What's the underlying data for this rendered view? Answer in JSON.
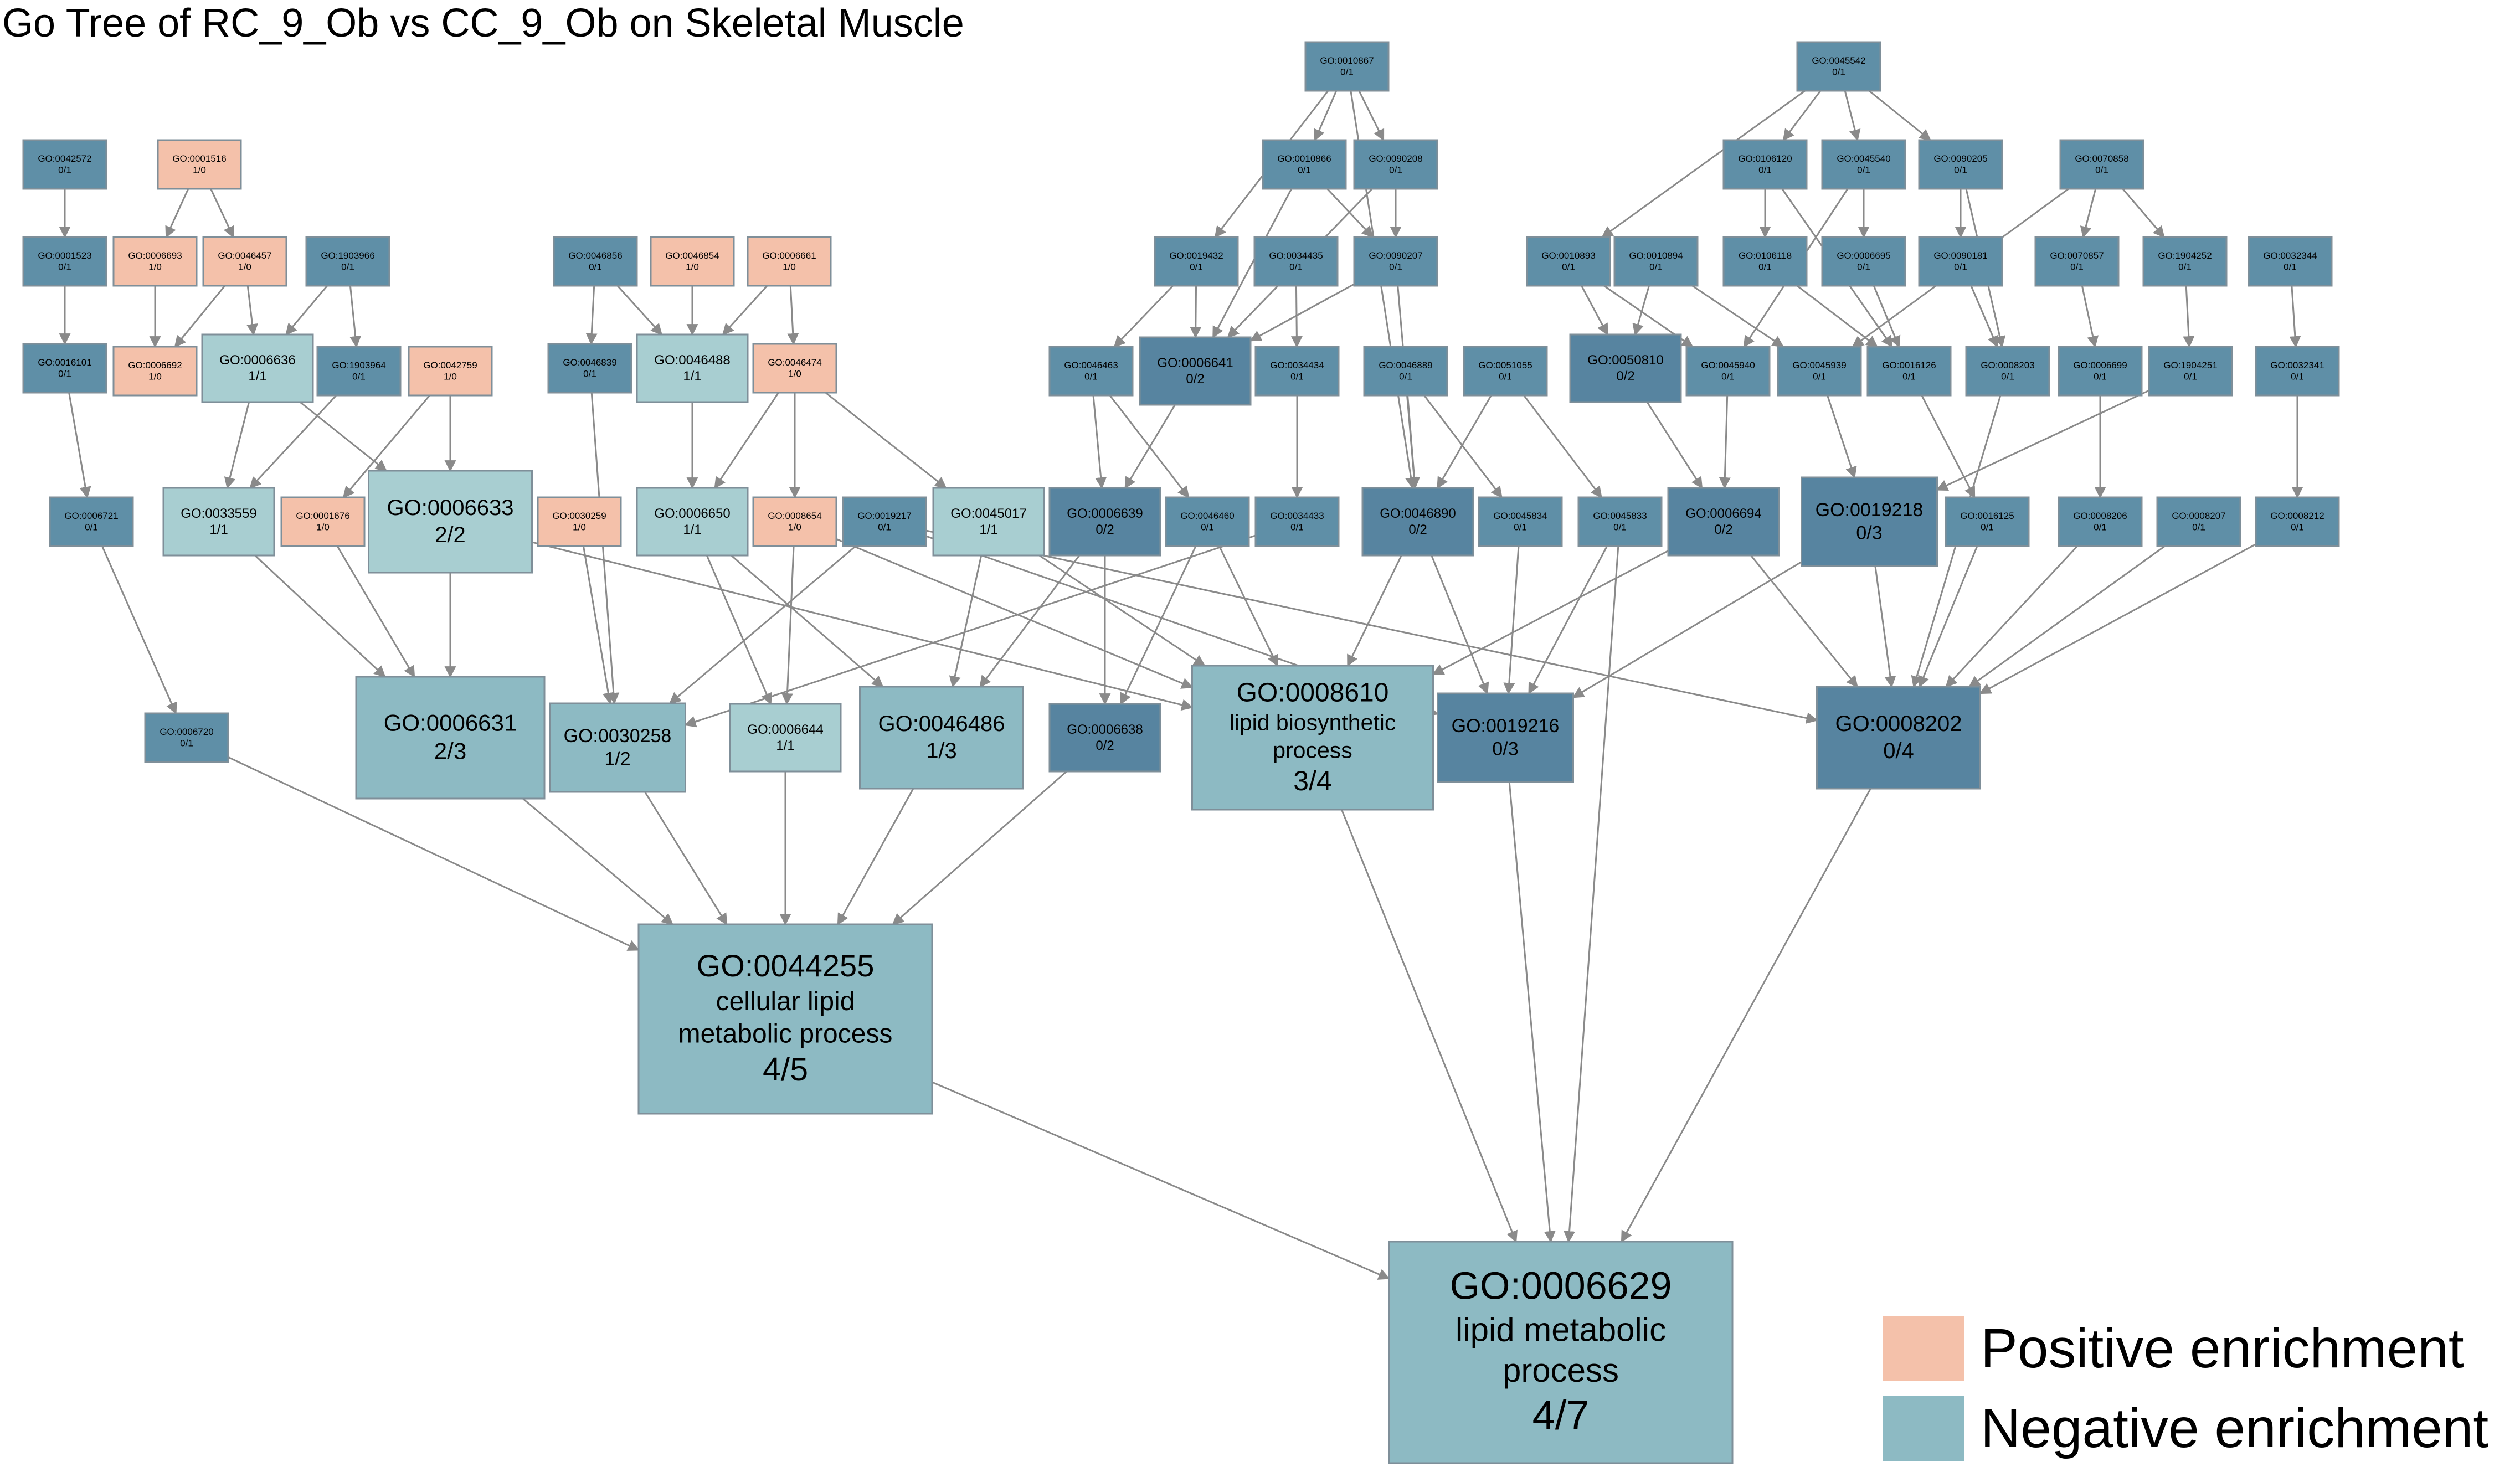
{
  "title": "Go Tree of RC_9_Ob vs CC_9_Ob on Skeletal Muscle",
  "colors": {
    "positive": "#f4c1aa",
    "neg_light": "#a8ced1",
    "neg_mid": "#8dbac3",
    "neg_dark": "#5f8fa7",
    "neg_darker": "#5784a0",
    "edge": "#8a8a8a",
    "border": "#7f8f99"
  },
  "legend": [
    {
      "label": "Positive enrichment",
      "color": "#f4c1aa"
    },
    {
      "label": "Negative enrichment",
      "color": "#8dbac3"
    }
  ],
  "nodes": [
    {
      "id": "GO:0042572",
      "ratio": "0/1",
      "tone": "dark"
    },
    {
      "id": "GO:0001516",
      "ratio": "1/0",
      "tone": "pos"
    },
    {
      "id": "GO:0001523",
      "ratio": "0/1",
      "tone": "dark"
    },
    {
      "id": "GO:0006693",
      "ratio": "1/0",
      "tone": "pos"
    },
    {
      "id": "GO:0046457",
      "ratio": "1/0",
      "tone": "pos"
    },
    {
      "id": "GO:1903966",
      "ratio": "0/1",
      "tone": "dark"
    },
    {
      "id": "GO:0016101",
      "ratio": "0/1",
      "tone": "dark"
    },
    {
      "id": "GO:0006692",
      "ratio": "1/0",
      "tone": "pos"
    },
    {
      "id": "GO:0006636",
      "ratio": "1/1",
      "tone": "light"
    },
    {
      "id": "GO:1903964",
      "ratio": "0/1",
      "tone": "dark"
    },
    {
      "id": "GO:0042759",
      "ratio": "1/0",
      "tone": "pos"
    },
    {
      "id": "GO:0006721",
      "ratio": "0/1",
      "tone": "dark"
    },
    {
      "id": "GO:0033559",
      "ratio": "1/1",
      "tone": "light"
    },
    {
      "id": "GO:0001676",
      "ratio": "1/0",
      "tone": "pos"
    },
    {
      "id": "GO:0006633",
      "ratio": "2/2",
      "tone": "light"
    },
    {
      "id": "GO:0006720",
      "ratio": "0/1",
      "tone": "dark"
    },
    {
      "id": "GO:0006631",
      "ratio": "2/3",
      "tone": "mid"
    },
    {
      "id": "GO:0046856",
      "ratio": "0/1",
      "tone": "dark"
    },
    {
      "id": "GO:0046854",
      "ratio": "1/0",
      "tone": "pos"
    },
    {
      "id": "GO:0006661",
      "ratio": "1/0",
      "tone": "pos"
    },
    {
      "id": "GO:0046839",
      "ratio": "0/1",
      "tone": "dark"
    },
    {
      "id": "GO:0046488",
      "ratio": "1/1",
      "tone": "light"
    },
    {
      "id": "GO:0046474",
      "ratio": "1/0",
      "tone": "pos"
    },
    {
      "id": "GO:0030259",
      "ratio": "1/0",
      "tone": "pos"
    },
    {
      "id": "GO:0006650",
      "ratio": "1/1",
      "tone": "light"
    },
    {
      "id": "GO:0008654",
      "ratio": "1/0",
      "tone": "pos"
    },
    {
      "id": "GO:0019217",
      "ratio": "0/1",
      "tone": "dark"
    },
    {
      "id": "GO:0045017",
      "ratio": "1/1",
      "tone": "light"
    },
    {
      "id": "GO:0030258",
      "ratio": "1/2",
      "tone": "mid"
    },
    {
      "id": "GO:0006644",
      "ratio": "1/1",
      "tone": "light"
    },
    {
      "id": "GO:0046486",
      "ratio": "1/3",
      "tone": "mid"
    },
    {
      "id": "GO:0006638",
      "ratio": "0/2",
      "tone": "darker"
    },
    {
      "id": "GO:0010867",
      "ratio": "0/1",
      "tone": "dark"
    },
    {
      "id": "GO:0010866",
      "ratio": "0/1",
      "tone": "dark"
    },
    {
      "id": "GO:0090208",
      "ratio": "0/1",
      "tone": "dark"
    },
    {
      "id": "GO:0019432",
      "ratio": "0/1",
      "tone": "dark"
    },
    {
      "id": "GO:0034435",
      "ratio": "0/1",
      "tone": "dark"
    },
    {
      "id": "GO:0090207",
      "ratio": "0/1",
      "tone": "dark"
    },
    {
      "id": "GO:0046463",
      "ratio": "0/1",
      "tone": "dark"
    },
    {
      "id": "GO:0006641",
      "ratio": "0/2",
      "tone": "darker"
    },
    {
      "id": "GO:0034434",
      "ratio": "0/1",
      "tone": "dark"
    },
    {
      "id": "GO:0046889",
      "ratio": "0/1",
      "tone": "dark"
    },
    {
      "id": "GO:0051055",
      "ratio": "0/1",
      "tone": "dark"
    },
    {
      "id": "GO:0006639",
      "ratio": "0/2",
      "tone": "darker"
    },
    {
      "id": "GO:0046460",
      "ratio": "0/1",
      "tone": "dark"
    },
    {
      "id": "GO:0034433",
      "ratio": "0/1",
      "tone": "dark"
    },
    {
      "id": "GO:0046890",
      "ratio": "0/2",
      "tone": "darker"
    },
    {
      "id": "GO:0045834",
      "ratio": "0/1",
      "tone": "dark"
    },
    {
      "id": "GO:0045833",
      "ratio": "0/1",
      "tone": "dark"
    },
    {
      "id": "GO:0008610",
      "ratio": "3/4",
      "tone": "mid",
      "desc": [
        "lipid biosynthetic",
        "process"
      ]
    },
    {
      "id": "GO:0019216",
      "ratio": "0/3",
      "tone": "darker"
    },
    {
      "id": "GO:0045542",
      "ratio": "0/1",
      "tone": "dark"
    },
    {
      "id": "GO:0106120",
      "ratio": "0/1",
      "tone": "dark"
    },
    {
      "id": "GO:0045540",
      "ratio": "0/1",
      "tone": "dark"
    },
    {
      "id": "GO:0090205",
      "ratio": "0/1",
      "tone": "dark"
    },
    {
      "id": "GO:0070858",
      "ratio": "0/1",
      "tone": "dark"
    },
    {
      "id": "GO:0010893",
      "ratio": "0/1",
      "tone": "dark"
    },
    {
      "id": "GO:0010894",
      "ratio": "0/1",
      "tone": "dark"
    },
    {
      "id": "GO:0106118",
      "ratio": "0/1",
      "tone": "dark"
    },
    {
      "id": "GO:0006695",
      "ratio": "0/1",
      "tone": "dark"
    },
    {
      "id": "GO:0090181",
      "ratio": "0/1",
      "tone": "dark"
    },
    {
      "id": "GO:0070857",
      "ratio": "0/1",
      "tone": "dark"
    },
    {
      "id": "GO:1904252",
      "ratio": "0/1",
      "tone": "dark"
    },
    {
      "id": "GO:0032344",
      "ratio": "0/1",
      "tone": "dark"
    },
    {
      "id": "GO:0050810",
      "ratio": "0/2",
      "tone": "darker"
    },
    {
      "id": "GO:0045940",
      "ratio": "0/1",
      "tone": "dark"
    },
    {
      "id": "GO:0045939",
      "ratio": "0/1",
      "tone": "dark"
    },
    {
      "id": "GO:0016126",
      "ratio": "0/1",
      "tone": "dark"
    },
    {
      "id": "GO:0008203",
      "ratio": "0/1",
      "tone": "dark"
    },
    {
      "id": "GO:0006699",
      "ratio": "0/1",
      "tone": "dark"
    },
    {
      "id": "GO:1904251",
      "ratio": "0/1",
      "tone": "dark"
    },
    {
      "id": "GO:0032341",
      "ratio": "0/1",
      "tone": "dark"
    },
    {
      "id": "GO:0006694",
      "ratio": "0/2",
      "tone": "darker"
    },
    {
      "id": "GO:0019218",
      "ratio": "0/3",
      "tone": "darker"
    },
    {
      "id": "GO:0016125",
      "ratio": "0/1",
      "tone": "dark"
    },
    {
      "id": "GO:0008206",
      "ratio": "0/1",
      "tone": "dark"
    },
    {
      "id": "GO:0008207",
      "ratio": "0/1",
      "tone": "dark"
    },
    {
      "id": "GO:0008212",
      "ratio": "0/1",
      "tone": "dark"
    },
    {
      "id": "GO:0008202",
      "ratio": "0/4",
      "tone": "darker"
    },
    {
      "id": "GO:0044255",
      "ratio": "4/5",
      "tone": "mid",
      "desc": [
        "cellular lipid",
        "metabolic process"
      ]
    },
    {
      "id": "GO:0006629",
      "ratio": "4/7",
      "tone": "mid",
      "desc": [
        "lipid metabolic",
        "process"
      ]
    }
  ],
  "edges": [
    [
      "GO:0042572",
      "GO:0001523"
    ],
    [
      "GO:0001523",
      "GO:0016101"
    ],
    [
      "GO:0016101",
      "GO:0006721"
    ],
    [
      "GO:0006721",
      "GO:0006720"
    ],
    [
      "GO:0006720",
      "GO:0044255"
    ],
    [
      "GO:0001516",
      "GO:0006693"
    ],
    [
      "GO:0001516",
      "GO:0046457"
    ],
    [
      "GO:0006693",
      "GO:0006692"
    ],
    [
      "GO:0046457",
      "GO:0006692"
    ],
    [
      "GO:0046457",
      "GO:0006636"
    ],
    [
      "GO:1903966",
      "GO:0006636"
    ],
    [
      "GO:1903966",
      "GO:1903964"
    ],
    [
      "GO:0006636",
      "GO:0033559"
    ],
    [
      "GO:0006636",
      "GO:0006633"
    ],
    [
      "GO:1903964",
      "GO:0033559"
    ],
    [
      "GO:0042759",
      "GO:0001676"
    ],
    [
      "GO:0042759",
      "GO:0006633"
    ],
    [
      "GO:0033559",
      "GO:0006631"
    ],
    [
      "GO:0001676",
      "GO:0006631"
    ],
    [
      "GO:0006633",
      "GO:0006631"
    ],
    [
      "GO:0006633",
      "GO:0008610"
    ],
    [
      "GO:0006631",
      "GO:0044255"
    ],
    [
      "GO:0046856",
      "GO:0046839"
    ],
    [
      "GO:0046856",
      "GO:0046488"
    ],
    [
      "GO:0046854",
      "GO:0046488"
    ],
    [
      "GO:0006661",
      "GO:0046474"
    ],
    [
      "GO:0006661",
      "GO:0046488"
    ],
    [
      "GO:0046839",
      "GO:0030258"
    ],
    [
      "GO:0046488",
      "GO:0006650"
    ],
    [
      "GO:0046474",
      "GO:0006650"
    ],
    [
      "GO:0046474",
      "GO:0008654"
    ],
    [
      "GO:0046474",
      "GO:0045017"
    ],
    [
      "GO:0030259",
      "GO:0030258"
    ],
    [
      "GO:0006650",
      "GO:0006644"
    ],
    [
      "GO:0006650",
      "GO:0046486"
    ],
    [
      "GO:0008654",
      "GO:0006644"
    ],
    [
      "GO:0008654",
      "GO:0008610"
    ],
    [
      "GO:0019217",
      "GO:0030258"
    ],
    [
      "GO:0019217",
      "GO:0019216"
    ],
    [
      "GO:0045017",
      "GO:0046486"
    ],
    [
      "GO:0045017",
      "GO:0008610"
    ],
    [
      "GO:0030258",
      "GO:0044255"
    ],
    [
      "GO:0006644",
      "GO:0044255"
    ],
    [
      "GO:0046486",
      "GO:0044255"
    ],
    [
      "GO:0006638",
      "GO:0044255"
    ],
    [
      "GO:0010867",
      "GO:0010866"
    ],
    [
      "GO:0010867",
      "GO:0090208"
    ],
    [
      "GO:0010867",
      "GO:0019432"
    ],
    [
      "GO:0010867",
      "GO:0046890"
    ],
    [
      "GO:0010866",
      "GO:0006641"
    ],
    [
      "GO:0010866",
      "GO:0090207"
    ],
    [
      "GO:0090208",
      "GO:0090207"
    ],
    [
      "GO:0090208",
      "GO:0006641"
    ],
    [
      "GO:0019432",
      "GO:0046463"
    ],
    [
      "GO:0019432",
      "GO:0006641"
    ],
    [
      "GO:0034435",
      "GO:0034434"
    ],
    [
      "GO:0090207",
      "GO:0006641"
    ],
    [
      "GO:0090207",
      "GO:0046890"
    ],
    [
      "GO:0046463",
      "GO:0006639"
    ],
    [
      "GO:0046463",
      "GO:0046460"
    ],
    [
      "GO:0006641",
      "GO:0006639"
    ],
    [
      "GO:0034434",
      "GO:0034433"
    ],
    [
      "GO:0046889",
      "GO:0046890"
    ],
    [
      "GO:0046889",
      "GO:0045834"
    ],
    [
      "GO:0051055",
      "GO:0045833"
    ],
    [
      "GO:0051055",
      "GO:0046890"
    ],
    [
      "GO:0006639",
      "GO:0006638"
    ],
    [
      "GO:0006639",
      "GO:0046486"
    ],
    [
      "GO:0046460",
      "GO:0006638"
    ],
    [
      "GO:0046460",
      "GO:0008610"
    ],
    [
      "GO:0034433",
      "GO:0030258"
    ],
    [
      "GO:0046890",
      "GO:0008610"
    ],
    [
      "GO:0046890",
      "GO:0019216"
    ],
    [
      "GO:0045834",
      "GO:0019216"
    ],
    [
      "GO:0045833",
      "GO:0019216"
    ],
    [
      "GO:0045833",
      "GO:0006629"
    ],
    [
      "GO:0008610",
      "GO:0006629"
    ],
    [
      "GO:0019216",
      "GO:0006629"
    ],
    [
      "GO:0045542",
      "GO:0106120"
    ],
    [
      "GO:0045542",
      "GO:0045540"
    ],
    [
      "GO:0045542",
      "GO:0090205"
    ],
    [
      "GO:0045542",
      "GO:0010893"
    ],
    [
      "GO:0106120",
      "GO:0106118"
    ],
    [
      "GO:0106120",
      "GO:0016126"
    ],
    [
      "GO:0045540",
      "GO:0006695"
    ],
    [
      "GO:0045540",
      "GO:0045940"
    ],
    [
      "GO:0090205",
      "GO:0090181"
    ],
    [
      "GO:0090205",
      "GO:0008203"
    ],
    [
      "GO:0070858",
      "GO:0070857"
    ],
    [
      "GO:0070858",
      "GO:1904252"
    ],
    [
      "GO:0070858",
      "GO:0045939"
    ],
    [
      "GO:0010893",
      "GO:0050810"
    ],
    [
      "GO:0010893",
      "GO:0045940"
    ],
    [
      "GO:0010894",
      "GO:0050810"
    ],
    [
      "GO:0010894",
      "GO:0045939"
    ],
    [
      "GO:0106118",
      "GO:0016126"
    ],
    [
      "GO:0006695",
      "GO:0016126"
    ],
    [
      "GO:0090181",
      "GO:0008203"
    ],
    [
      "GO:0070857",
      "GO:0006699"
    ],
    [
      "GO:1904252",
      "GO:1904251"
    ],
    [
      "GO:0032344",
      "GO:0032341"
    ],
    [
      "GO:0050810",
      "GO:0006694"
    ],
    [
      "GO:0045940",
      "GO:0006694"
    ],
    [
      "GO:0045939",
      "GO:0019218"
    ],
    [
      "GO:0016126",
      "GO:0016125"
    ],
    [
      "GO:0008203",
      "GO:0008202"
    ],
    [
      "GO:0006699",
      "GO:0008206"
    ],
    [
      "GO:1904251",
      "GO:0019218"
    ],
    [
      "GO:0032341",
      "GO:0008212"
    ],
    [
      "GO:0006694",
      "GO:0008610"
    ],
    [
      "GO:0006694",
      "GO:0008202"
    ],
    [
      "GO:0019218",
      "GO:0019216"
    ],
    [
      "GO:0019218",
      "GO:0008202"
    ],
    [
      "GO:0016125",
      "GO:0008202"
    ],
    [
      "GO:0008206",
      "GO:0008202"
    ],
    [
      "GO:0008207",
      "GO:0008202"
    ],
    [
      "GO:0008212",
      "GO:0008202"
    ],
    [
      "GO:0019217",
      "GO:0008202"
    ],
    [
      "GO:0008202",
      "GO:0006629"
    ],
    [
      "GO:0044255",
      "GO:0006629"
    ]
  ]
}
